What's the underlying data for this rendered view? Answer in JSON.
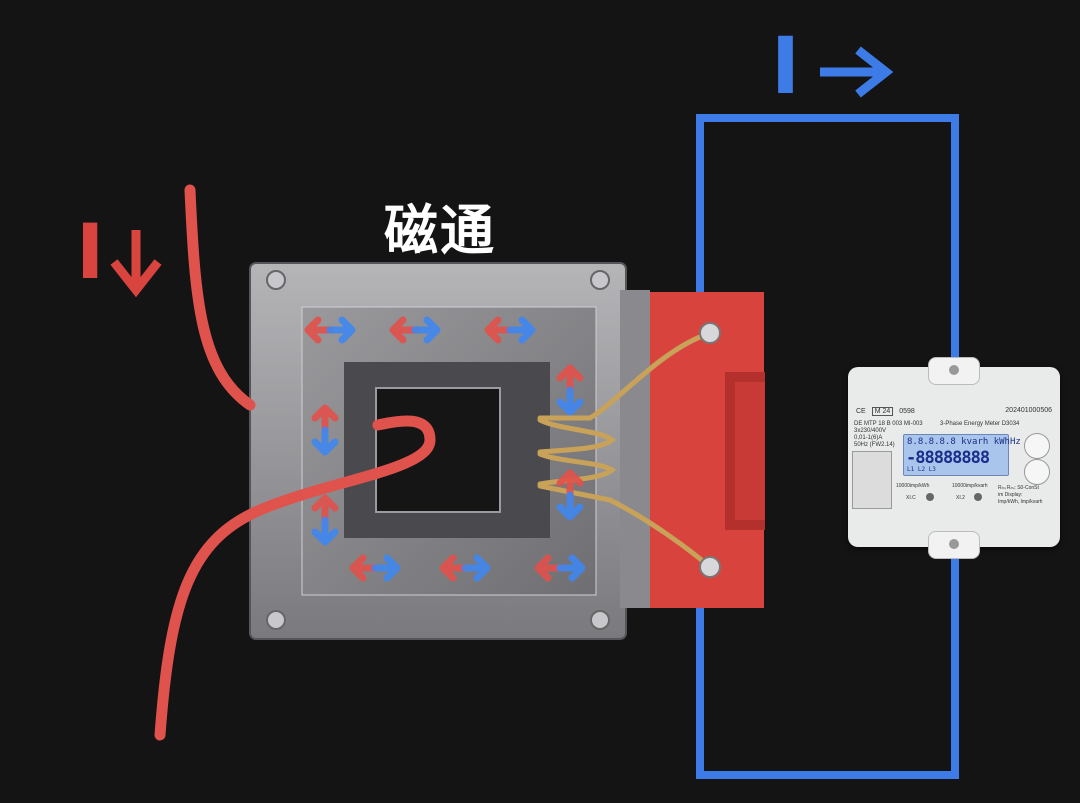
{
  "labels": {
    "flux": "磁通",
    "primary_current": "I",
    "secondary_current": "I"
  },
  "meter": {
    "ce_mark": "CE",
    "m_mark": "M 24",
    "notified_body": "0598",
    "serial": "202401000506",
    "model_line1": "DE MTP 18 B 003 MI-003",
    "model_line2": "3x230/400V",
    "model_line3": "0,01-1(6)A",
    "model_line4": "50Hz (FW2.14)",
    "phase_title": "3-Phase Energy Meter  D3034",
    "lcd_units": "8.8.8.8.8 kvarh kWhHz",
    "lcd_digits": "-88888888",
    "lcd_phases": "L1 L2 L3",
    "imp_kwh": "10000imp/kWh",
    "imp_kvarh": "10000imp/kvarh",
    "x1": "XI.C",
    "x2": "XI.2",
    "note1": "Rₘᵢ Rₘᵢ: S0-ConSt",
    "note2": "im Display:",
    "note3": "Imp/kWh, Imp/kvarh"
  },
  "colors": {
    "background": "#141415",
    "primary_wire": "#e0524c",
    "secondary_wire": "#3d7ce6",
    "core_metal": "#8f8f92",
    "flux_arrow_blue": "#3f86f0",
    "flux_arrow_red": "#e2504a",
    "terminal_block": "#d9433e",
    "winding_copper": "#c9a25a"
  },
  "icons": {
    "primary_direction": "arrow-down-icon",
    "secondary_direction": "arrow-right-icon",
    "flux_direction": "double-arrow-icon"
  }
}
